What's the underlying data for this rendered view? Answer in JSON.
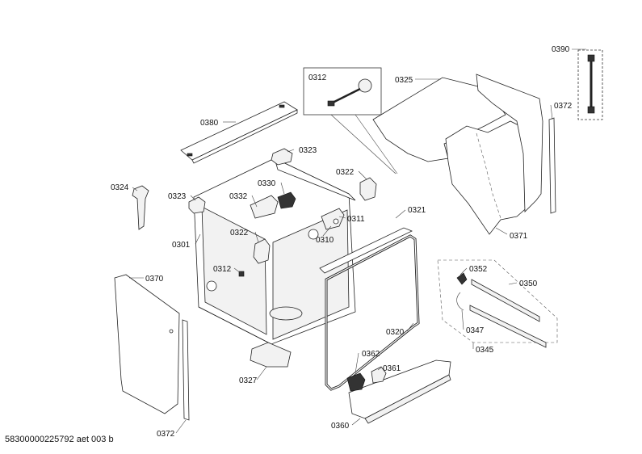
{
  "diagram": {
    "labels": {
      "p0390": "0390",
      "p0312_box": "0312",
      "p0325": "0325",
      "p0372_top": "0372",
      "p0380": "0380",
      "p0323_top": "0323",
      "p0322_right": "0322",
      "p0324": "0324",
      "p0323_left": "0323",
      "p0332": "0332",
      "p0330": "0330",
      "p0311": "0311",
      "p0321": "0321",
      "p0371": "0371",
      "p0301": "0301",
      "p0322_left": "0322",
      "p0310": "0310",
      "p0312_left": "0312",
      "p0352": "0352",
      "p0350": "0350",
      "p0370": "0370",
      "p0347": "0347",
      "p0345": "0345",
      "p0320": "0320",
      "p0362": "0362",
      "p0361": "0361",
      "p0327": "0327",
      "p0360": "0360",
      "p0372_bottom": "0372"
    },
    "caption": "58300000225792 aet 003 b"
  }
}
